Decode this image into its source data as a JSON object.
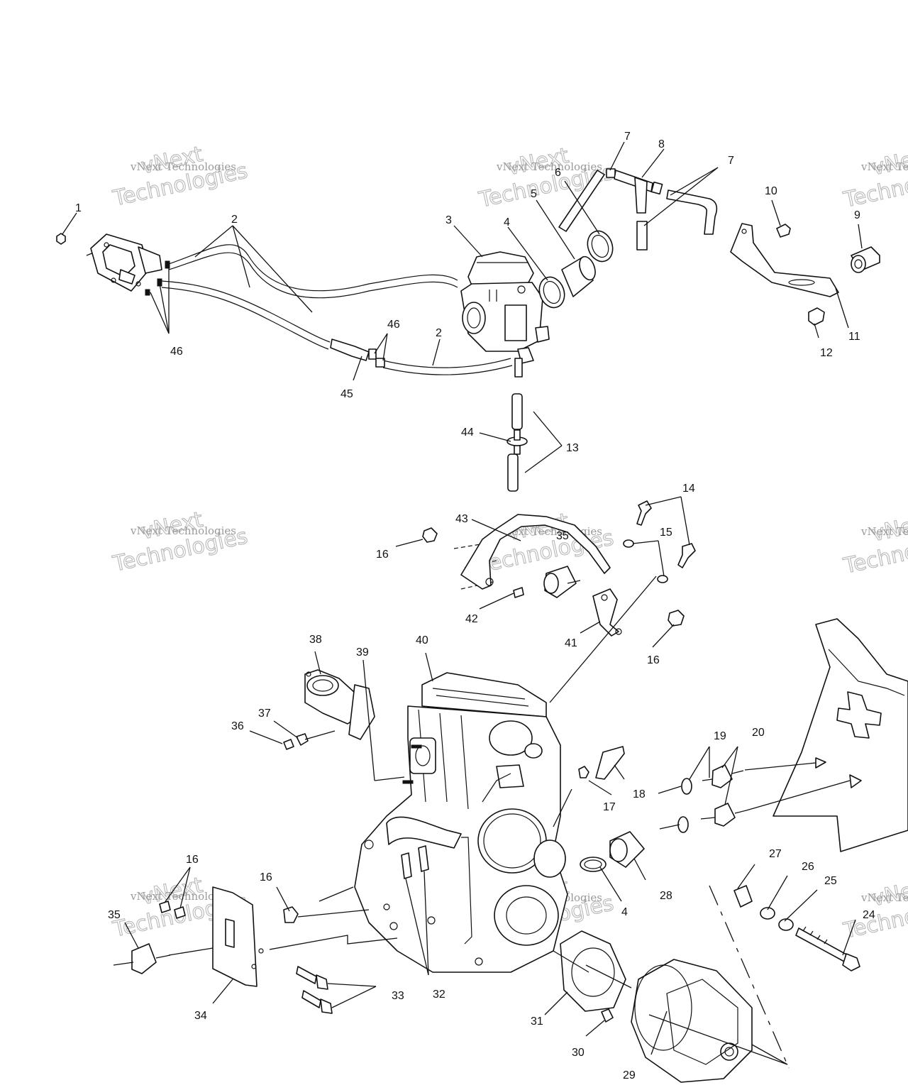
{
  "callouts": [
    {
      "id": "c1",
      "text": "1"
    },
    {
      "id": "c2a",
      "text": "2"
    },
    {
      "id": "c2b",
      "text": "2"
    },
    {
      "id": "c3",
      "text": "3"
    },
    {
      "id": "c4a",
      "text": "4"
    },
    {
      "id": "c5",
      "text": "5"
    },
    {
      "id": "c6",
      "text": "6"
    },
    {
      "id": "c7a",
      "text": "7"
    },
    {
      "id": "c7b",
      "text": "7"
    },
    {
      "id": "c8",
      "text": "8"
    },
    {
      "id": "c9",
      "text": "9"
    },
    {
      "id": "c10",
      "text": "10"
    },
    {
      "id": "c11",
      "text": "11"
    },
    {
      "id": "c12",
      "text": "12"
    },
    {
      "id": "c13",
      "text": "13"
    },
    {
      "id": "c14",
      "text": "14"
    },
    {
      "id": "c15",
      "text": "15"
    },
    {
      "id": "c16a",
      "text": "16"
    },
    {
      "id": "c16b",
      "text": "16"
    },
    {
      "id": "c16c",
      "text": "16"
    },
    {
      "id": "c16d",
      "text": "16"
    },
    {
      "id": "c17",
      "text": "17"
    },
    {
      "id": "c18",
      "text": "18"
    },
    {
      "id": "c19",
      "text": "19"
    },
    {
      "id": "c20",
      "text": "20"
    },
    {
      "id": "c24",
      "text": "24"
    },
    {
      "id": "c25",
      "text": "25"
    },
    {
      "id": "c26",
      "text": "26"
    },
    {
      "id": "c27",
      "text": "27"
    },
    {
      "id": "c28",
      "text": "28"
    },
    {
      "id": "c29",
      "text": "29"
    },
    {
      "id": "c30",
      "text": "30"
    },
    {
      "id": "c31",
      "text": "31"
    },
    {
      "id": "c32",
      "text": "32"
    },
    {
      "id": "c33",
      "text": "33"
    },
    {
      "id": "c34",
      "text": "34"
    },
    {
      "id": "c35a",
      "text": "35"
    },
    {
      "id": "c35b",
      "text": "35"
    },
    {
      "id": "c36",
      "text": "36"
    },
    {
      "id": "c37",
      "text": "37"
    },
    {
      "id": "c38",
      "text": "38"
    },
    {
      "id": "c39",
      "text": "39"
    },
    {
      "id": "c40",
      "text": "40"
    },
    {
      "id": "c41",
      "text": "41"
    },
    {
      "id": "c42",
      "text": "42"
    },
    {
      "id": "c43",
      "text": "43"
    },
    {
      "id": "c44",
      "text": "44"
    },
    {
      "id": "c45",
      "text": "45"
    },
    {
      "id": "c46a",
      "text": "46"
    },
    {
      "id": "c46b",
      "text": "46"
    },
    {
      "id": "c4b",
      "text": "4"
    }
  ],
  "watermark": {
    "line1": "vNext",
    "line2": "vNext Technologies",
    "line3": "Technologies",
    "line2_cut": "vNext Te",
    "line3_cut": "Technol",
    "line1_cut": "vNe"
  }
}
